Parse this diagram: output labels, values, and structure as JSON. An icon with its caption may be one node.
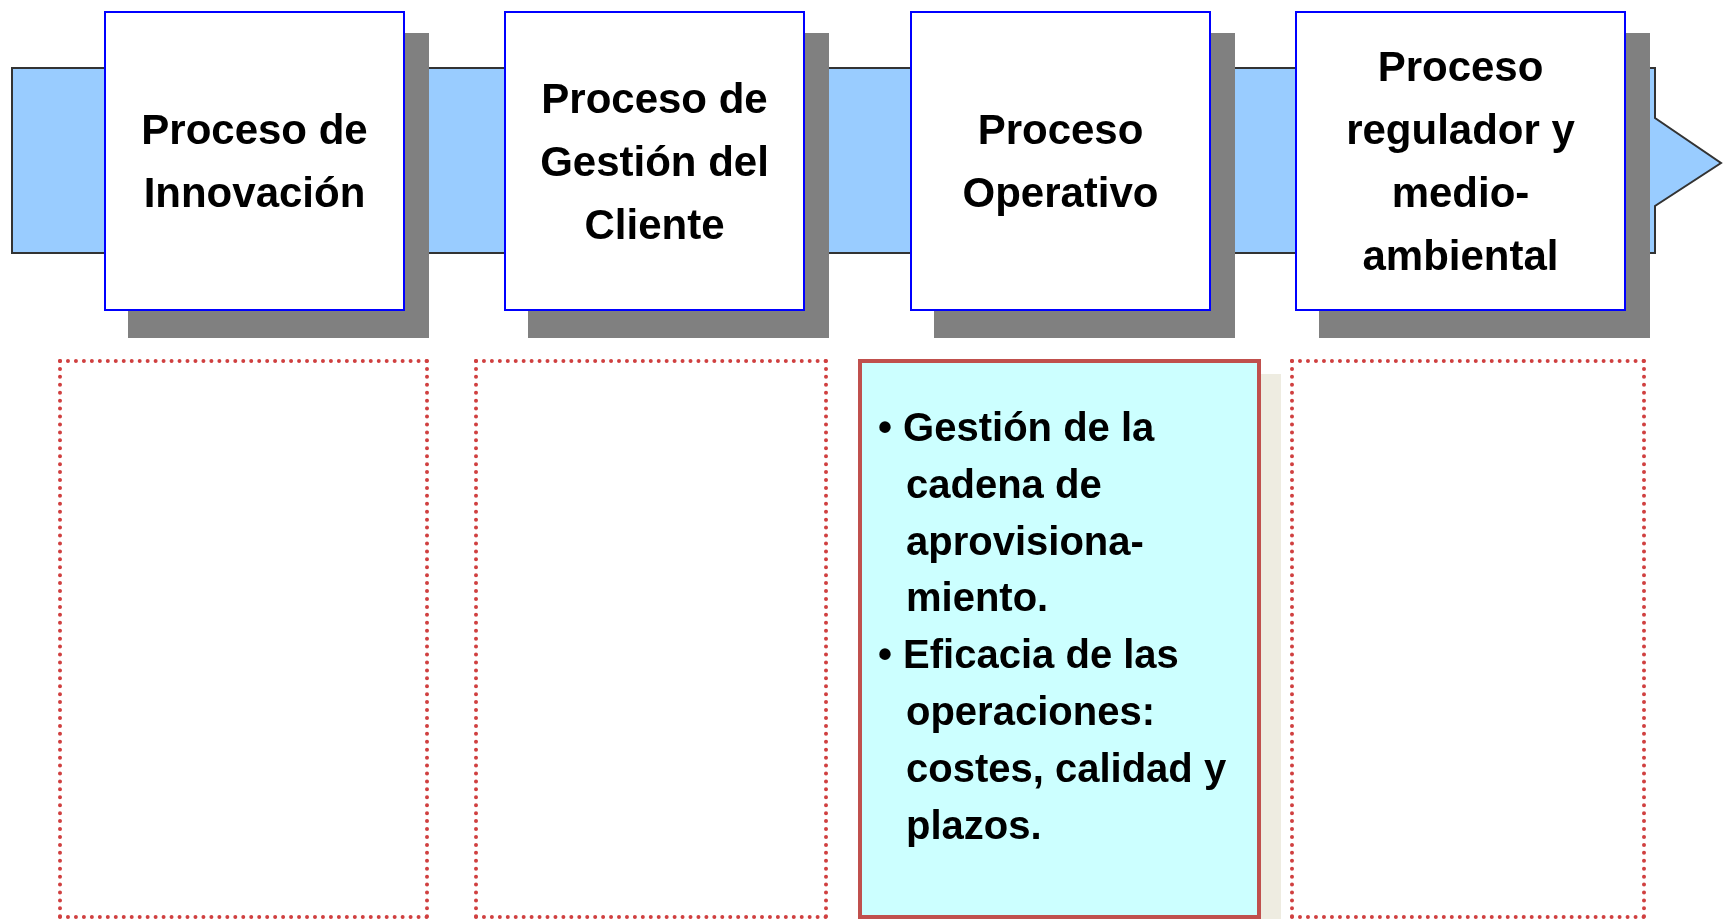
{
  "diagram": {
    "nodes": [
      {
        "text": [
          "Proceso de Innovación"
        ]
      },
      {
        "text": [
          "Proceso de Gestión del Cliente"
        ]
      },
      {
        "text": [
          "Proceso Operativo"
        ]
      },
      {
        "text": [
          "Proceso regulador y medio- ambiental"
        ]
      },
      {
        "text": [],
        "shape": "box"
      },
      {
        "text": [],
        "shape": "box"
      },
      {
        "text": [
          "• Gestión de la cadena de aprovisiona- miento.",
          "• Eficacia de las operaciones: costes,  calidad y plazos."
        ]
      },
      {
        "text": [],
        "shape": "box"
      }
    ]
  }
}
